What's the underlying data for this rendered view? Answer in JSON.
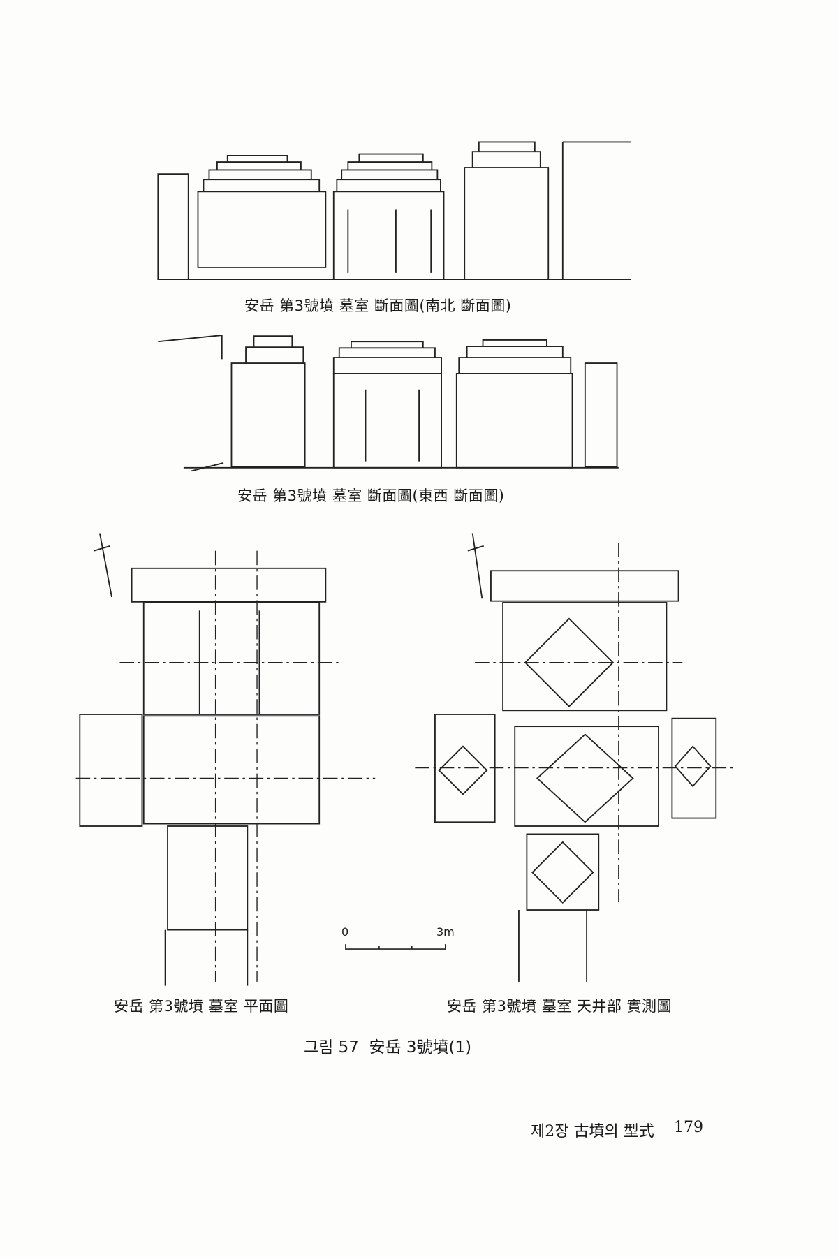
{
  "captions": {
    "section_ns": "安岳 第3號墳 墓室 斷面圖(南北 斷面圖)",
    "section_ew": "安岳 第3號墳 墓室 斷面圖(東西 斷面圖)",
    "plan": "安岳 第3號墳 墓室 平面圖",
    "ceiling": "安岳 第3號墳 墓室 天井部 實測圖"
  },
  "scale_bar": {
    "start": "0",
    "end": "3m"
  },
  "figure_title": "그림 57  安岳 3號墳(1)",
  "footer": {
    "chapter": "제2장 古墳의 型式",
    "page_number": "179"
  }
}
